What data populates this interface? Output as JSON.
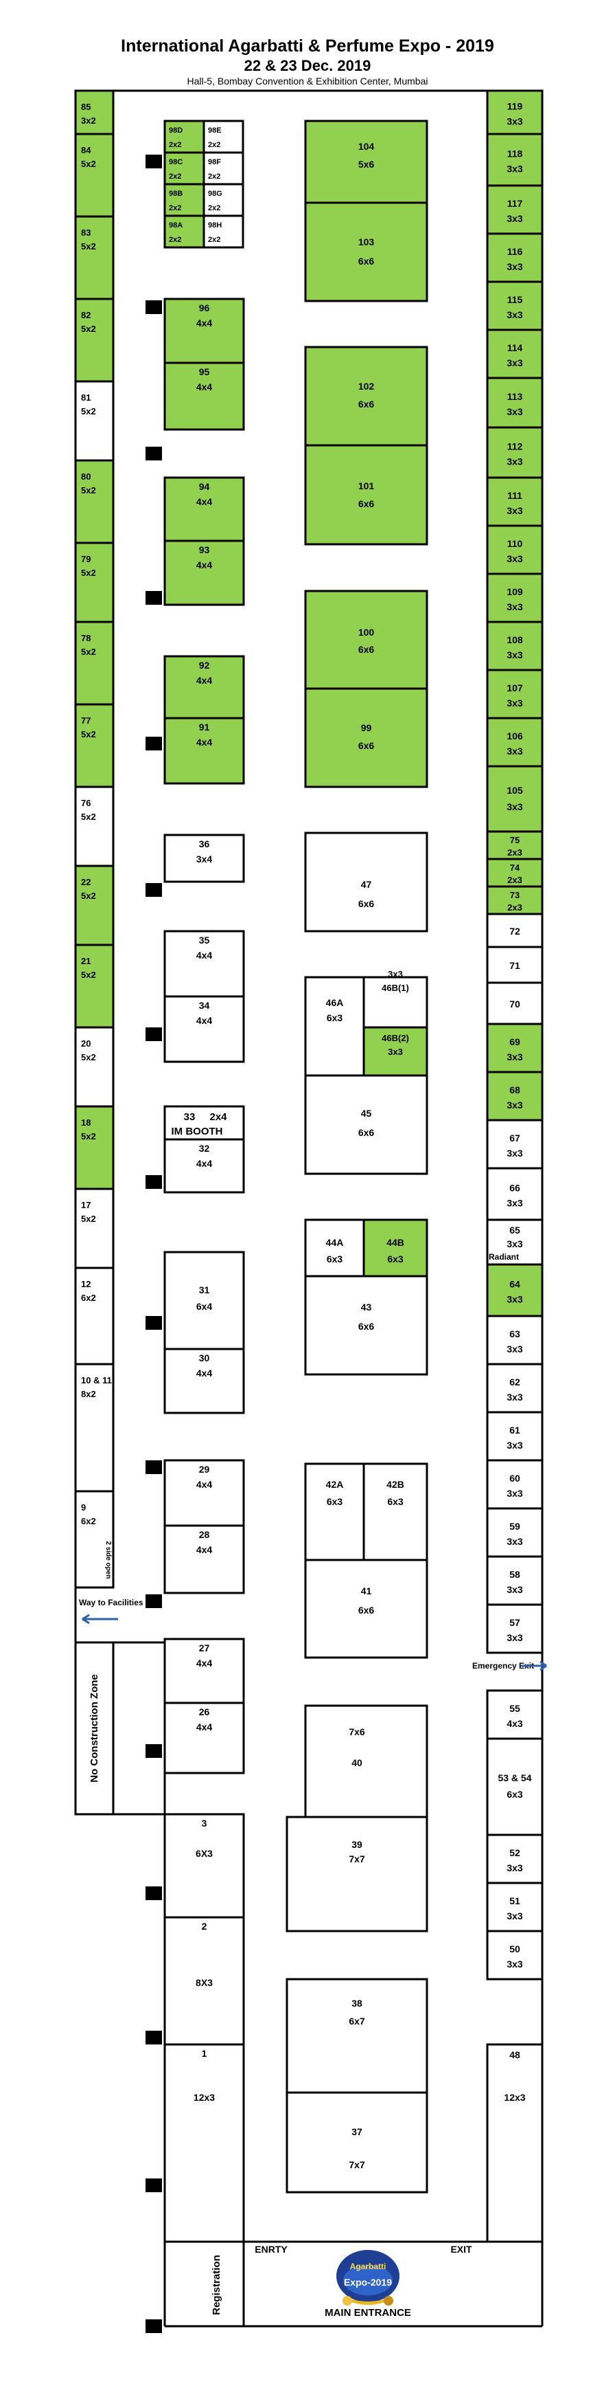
{
  "header": {
    "title": "International Agarbatti & Perfume Expo - 2019",
    "dates": "22 & 23 Dec. 2019",
    "venue": "Hall-5, Bombay Convention & Exhibition Center, Mumbai"
  },
  "colors": {
    "green": "#92d050",
    "white": "#ffffff",
    "line": "#000000"
  },
  "icons": [
    "pillar-icon",
    "arrow-left-icon",
    "arrow-right-icon",
    "expo-logo-icon"
  ],
  "stalls": [
    {
      "id": "85",
      "size": "3x2",
      "green": true
    },
    {
      "id": "84",
      "size": "5x2",
      "green": true
    },
    {
      "id": "83",
      "size": "5x2",
      "green": true
    },
    {
      "id": "82",
      "size": "5x2",
      "green": true
    },
    {
      "id": "81",
      "size": "5x2",
      "green": false
    },
    {
      "id": "80",
      "size": "5x2",
      "green": true
    },
    {
      "id": "79",
      "size": "5x2",
      "green": true
    },
    {
      "id": "78",
      "size": "5x2",
      "green": true
    },
    {
      "id": "77",
      "size": "5x2",
      "green": true
    },
    {
      "id": "76",
      "size": "5x2",
      "green": false
    },
    {
      "id": "22",
      "size": "5x2",
      "green": true
    },
    {
      "id": "21",
      "size": "5x2",
      "green": true
    },
    {
      "id": "20",
      "size": "5x2",
      "green": false
    },
    {
      "id": "18",
      "size": "5x2",
      "green": true
    },
    {
      "id": "17",
      "size": "5x2",
      "green": false
    },
    {
      "id": "12",
      "size": "6x2",
      "green": false
    },
    {
      "id": "10 & 11",
      "size": "8x2",
      "green": false
    },
    {
      "id": "9",
      "size": "6x2",
      "green": false
    },
    {
      "id": "98D",
      "size": "2x2",
      "green": true
    },
    {
      "id": "98E",
      "size": "2x2",
      "green": false
    },
    {
      "id": "98C",
      "size": "2x2",
      "green": true
    },
    {
      "id": "98F",
      "size": "2x2",
      "green": false
    },
    {
      "id": "98B",
      "size": "2x2",
      "green": true
    },
    {
      "id": "98G",
      "size": "2x2",
      "green": false
    },
    {
      "id": "98A",
      "size": "2x2",
      "green": true
    },
    {
      "id": "98H",
      "size": "2x2",
      "green": false
    },
    {
      "id": "96",
      "size": "4x4",
      "green": true
    },
    {
      "id": "95",
      "size": "4x4",
      "green": true
    },
    {
      "id": "94",
      "size": "4x4",
      "green": true
    },
    {
      "id": "93",
      "size": "4x4",
      "green": true
    },
    {
      "id": "92",
      "size": "4x4",
      "green": true
    },
    {
      "id": "91",
      "size": "4x4",
      "green": true
    },
    {
      "id": "36",
      "size": "3x4",
      "green": false
    },
    {
      "id": "35",
      "size": "4x4",
      "green": false
    },
    {
      "id": "34",
      "size": "4x4",
      "green": false
    },
    {
      "id": "33",
      "size": "2x4",
      "green": false
    },
    {
      "id": "32",
      "size": "4x4",
      "green": false
    },
    {
      "id": "31",
      "size": "6x4",
      "green": false
    },
    {
      "id": "30",
      "size": "4x4",
      "green": false
    },
    {
      "id": "29",
      "size": "4x4",
      "green": false
    },
    {
      "id": "28",
      "size": "4x4",
      "green": false
    },
    {
      "id": "27",
      "size": "4x4",
      "green": false
    },
    {
      "id": "26",
      "size": "4x4",
      "green": false
    },
    {
      "id": "104",
      "size": "5x6",
      "green": true
    },
    {
      "id": "103",
      "size": "6x6",
      "green": true
    },
    {
      "id": "102",
      "size": "6x6",
      "green": true
    },
    {
      "id": "101",
      "size": "6x6",
      "green": true
    },
    {
      "id": "100",
      "size": "6x6",
      "green": true
    },
    {
      "id": "99",
      "size": "6x6",
      "green": true
    },
    {
      "id": "47",
      "size": "6x6",
      "green": false
    },
    {
      "id": "46A",
      "size": "6x3",
      "green": false
    },
    {
      "id": "46B(1)",
      "size": "3x3",
      "green": false
    },
    {
      "id": "46B(2)",
      "size": "3x3",
      "green": true
    },
    {
      "id": "45",
      "size": "6x6",
      "green": false
    },
    {
      "id": "44A",
      "size": "6x3",
      "green": false
    },
    {
      "id": "44B",
      "size": "6x3",
      "green": true
    },
    {
      "id": "43",
      "size": "6x6",
      "green": false
    },
    {
      "id": "42A",
      "size": "6x3",
      "green": false
    },
    {
      "id": "42B",
      "size": "6x3",
      "green": false
    },
    {
      "id": "41",
      "size": "6x6",
      "green": false
    },
    {
      "id": "40",
      "size": "7x6",
      "green": false
    },
    {
      "id": "39",
      "size": "7x7",
      "green": false
    },
    {
      "id": "38",
      "size": "6x7",
      "green": false
    },
    {
      "id": "37",
      "size": "7x7",
      "green": false
    },
    {
      "id": "3",
      "size": "6X3",
      "green": false
    },
    {
      "id": "2",
      "size": "8X3",
      "green": false
    },
    {
      "id": "1",
      "size": "12x3",
      "green": false
    },
    {
      "id": "119",
      "size": "3x3",
      "green": true
    },
    {
      "id": "118",
      "size": "3x3",
      "green": true
    },
    {
      "id": "117",
      "size": "3x3",
      "green": true
    },
    {
      "id": "116",
      "size": "3x3",
      "green": true
    },
    {
      "id": "115",
      "size": "3x3",
      "green": true
    },
    {
      "id": "114",
      "size": "3x3",
      "green": true
    },
    {
      "id": "113",
      "size": "3x3",
      "green": true
    },
    {
      "id": "112",
      "size": "3x3",
      "green": true
    },
    {
      "id": "111",
      "size": "3x3",
      "green": true
    },
    {
      "id": "110",
      "size": "3x3",
      "green": true
    },
    {
      "id": "109",
      "size": "3x3",
      "green": true
    },
    {
      "id": "108",
      "size": "3x3",
      "green": true
    },
    {
      "id": "107",
      "size": "3x3",
      "green": true
    },
    {
      "id": "106",
      "size": "3x3",
      "green": true
    },
    {
      "id": "105",
      "size": "3x3",
      "green": true
    },
    {
      "id": "75",
      "size": "2x3",
      "green": true
    },
    {
      "id": "74",
      "size": "2x3",
      "green": true
    },
    {
      "id": "73",
      "size": "2x3",
      "green": true
    },
    {
      "id": "72",
      "size": "",
      "green": false
    },
    {
      "id": "71",
      "size": "",
      "green": false
    },
    {
      "id": "70",
      "size": "",
      "green": false
    },
    {
      "id": "69",
      "size": "3x3",
      "green": true
    },
    {
      "id": "68",
      "size": "3x3",
      "green": true
    },
    {
      "id": "67",
      "size": "3x3",
      "green": false
    },
    {
      "id": "66",
      "size": "3x3",
      "green": false
    },
    {
      "id": "65",
      "size": "3x3",
      "green": false
    },
    {
      "id": "64",
      "size": "3x3",
      "green": true
    },
    {
      "id": "63",
      "size": "3x3",
      "green": false
    },
    {
      "id": "62",
      "size": "3x3",
      "green": false
    },
    {
      "id": "61",
      "size": "3x3",
      "green": false
    },
    {
      "id": "60",
      "size": "3x3",
      "green": false
    },
    {
      "id": "59",
      "size": "3x3",
      "green": false
    },
    {
      "id": "58",
      "size": "3x3",
      "green": false
    },
    {
      "id": "57",
      "size": "3x3",
      "green": false
    },
    {
      "id": "55",
      "size": "4x3",
      "green": false
    },
    {
      "id": "53 & 54",
      "size": "6x3",
      "green": false
    },
    {
      "id": "52",
      "size": "3x3",
      "green": false
    },
    {
      "id": "51",
      "size": "3x3",
      "green": false
    },
    {
      "id": "50",
      "size": "3x3",
      "green": false
    },
    {
      "id": "48",
      "size": "12x3",
      "green": false
    }
  ],
  "labels": {
    "im_booth": "IM BOOTH",
    "stall9_note": "2 side open",
    "way_to_facilities": "Way to Facilities",
    "no_construction": "No Construction Zone",
    "radiant": "Radiant",
    "emergency_exit": "Emergency Exit",
    "registration": "Registration",
    "entry": "ENRTY",
    "exit": "EXIT",
    "main_entrance": "MAIN ENTRANCE",
    "logo_line1": "Agarbatti",
    "logo_line2": "Expo-2019"
  }
}
